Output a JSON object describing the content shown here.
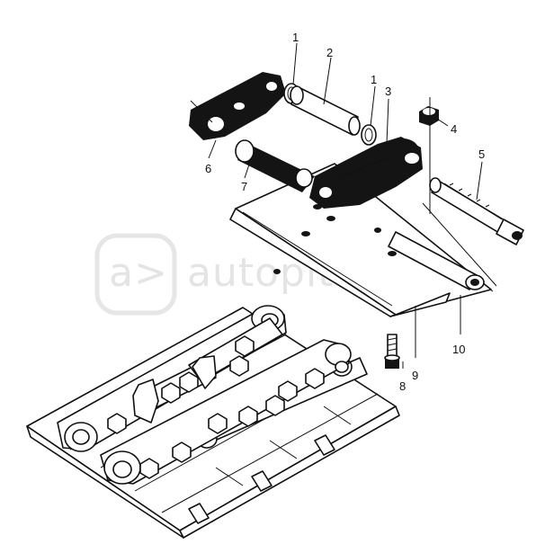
{
  "diagram": {
    "watermark": "autopiter.ru",
    "callouts": {
      "c1a": "1",
      "c2": "2",
      "c1b": "1",
      "c3": "3",
      "c4": "4",
      "c5": "5",
      "c6": "6",
      "c7": "7",
      "c8": "8",
      "c9": "9",
      "c10": "10"
    },
    "colors": {
      "ink": "#111111",
      "paper": "#ffffff",
      "watermark": "#e4e4e4"
    }
  }
}
